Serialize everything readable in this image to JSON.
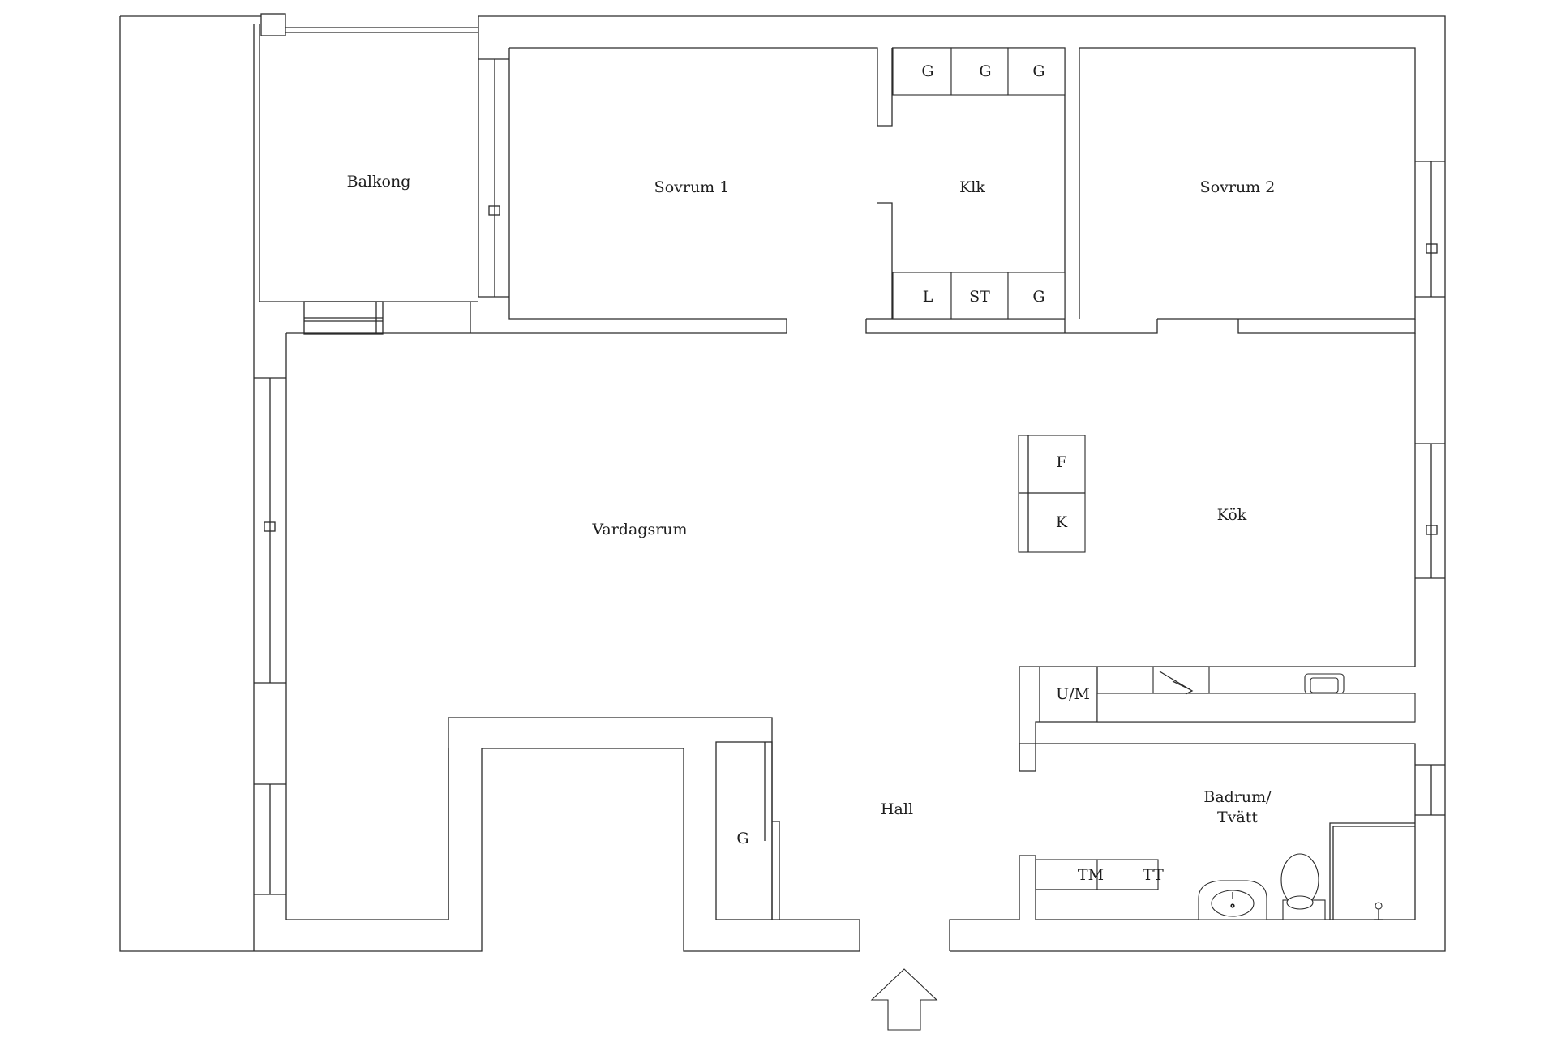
{
  "rooms": {
    "balkong": "Balkong",
    "sovrum1": "Sovrum 1",
    "klk": "Klk",
    "sovrum2": "Sovrum 2",
    "vardagsrum": "Vardagsrum",
    "kok": "Kök",
    "hall": "Hall",
    "badrum_line1": "Badrum/",
    "badrum_line2": "Tvätt"
  },
  "fixtures": {
    "klk_top": [
      "G",
      "G",
      "G"
    ],
    "klk_bottom": [
      "L",
      "ST",
      "G"
    ],
    "fridge": "F",
    "freezer": "K",
    "microwave": "U/M",
    "hall_closet": "G",
    "washer": "TM",
    "dryer": "TT"
  }
}
